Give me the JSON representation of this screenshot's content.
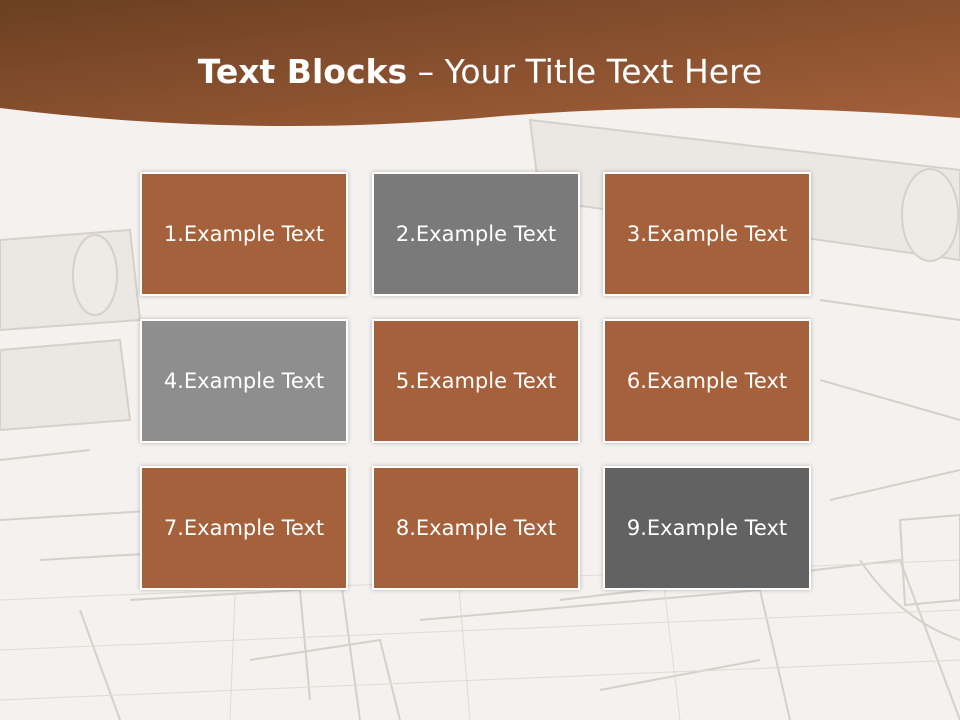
{
  "slide": {
    "title_bold": "Text Blocks",
    "title_dash": " – ",
    "title_rest": "Your Title Text Here"
  },
  "blocks": [
    {
      "label": "1.Example Text",
      "color": "#a5613b"
    },
    {
      "label": "2.Example Text",
      "color": "#7a7a7a"
    },
    {
      "label": "3.Example Text",
      "color": "#a5613b"
    },
    {
      "label": "4.Example Text",
      "color": "#8e8e8e"
    },
    {
      "label": "5.Example Text",
      "color": "#a5613b"
    },
    {
      "label": "6.Example Text",
      "color": "#a5613b"
    },
    {
      "label": "7.Example Text",
      "color": "#a5613b"
    },
    {
      "label": "8.Example Text",
      "color": "#a5613b"
    },
    {
      "label": "9.Example Text",
      "color": "#626262"
    }
  ],
  "colors": {
    "header_dark": "#6b3f22",
    "header_light": "#a5613b",
    "background": "#f4f1ee"
  }
}
